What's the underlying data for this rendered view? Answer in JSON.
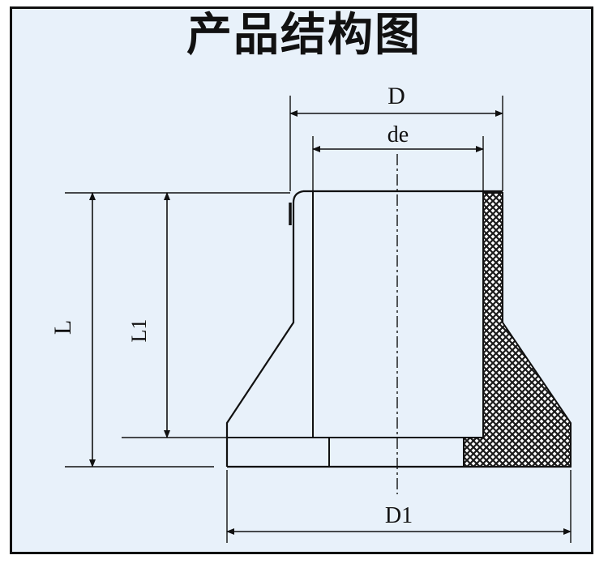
{
  "title": "产品结构图",
  "colors": {
    "background": "#e8f1fa",
    "line": "#111111",
    "hatch": "#1a1a1a"
  },
  "labels": {
    "D": "D",
    "de": "de",
    "L": "L",
    "L1": "L1",
    "D1": "D1"
  }
}
